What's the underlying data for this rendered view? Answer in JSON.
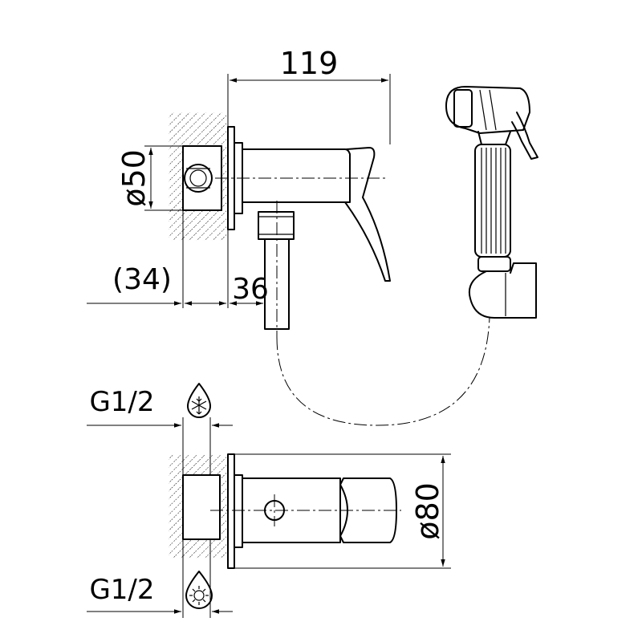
{
  "dimensions": {
    "overall_length": "119",
    "valve_diameter": "ø50",
    "wall_depth": "(34)",
    "plate_depth": "36",
    "cover_diameter": "ø80"
  },
  "connections": {
    "cold_inlet": "G1/2",
    "hot_inlet": "G1/2"
  },
  "icons": {
    "cold": "cold-water-snowflake-icon",
    "hot": "hot-water-sun-icon"
  }
}
